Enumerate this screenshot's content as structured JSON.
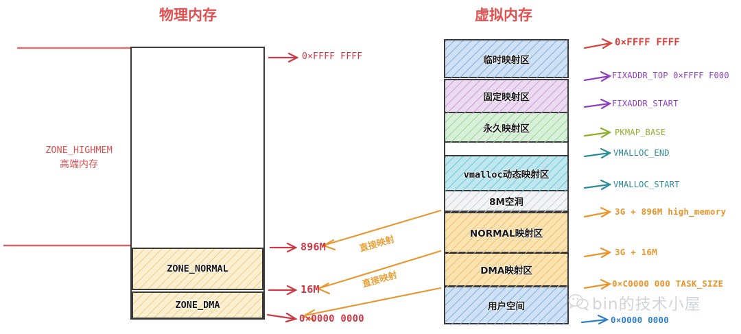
{
  "titles": {
    "physical": "物理内存",
    "virtual": "虚拟内存"
  },
  "physical": {
    "highmem_zone": {
      "name": "ZONE_HIGHMEM",
      "cn": "高端内存"
    },
    "blocks": [
      {
        "label": "ZONE_NORMAL"
      },
      {
        "label": "ZONE_DMA"
      }
    ],
    "markers": [
      {
        "text": "0×FFFF FFFF",
        "color": "#cc3344"
      },
      {
        "text": "896M",
        "color": "#cc3344"
      },
      {
        "text": "16M",
        "color": "#cc3344"
      },
      {
        "text": "0×0000 0000",
        "color": "#cc3344"
      }
    ]
  },
  "mapping_labels": [
    {
      "text": "直接映射"
    },
    {
      "text": "直接映射"
    }
  ],
  "virtual": {
    "blocks": [
      {
        "label": "临时映射区",
        "fill": "#bcd6ef",
        "stroke": "#3a3a3a"
      },
      {
        "label": "固定映射区",
        "fill": "#e2c2e8",
        "stroke": "#3a3a3a"
      },
      {
        "label": "永久映射区",
        "fill": "#c6e6c6",
        "stroke": "#3a3a3a"
      },
      {
        "label": "",
        "fill": "#ffffff",
        "stroke": "#3a3a3a"
      },
      {
        "label": "vmalloc动态映射区",
        "fill": "#a9dce6",
        "stroke": "#3a3a3a"
      },
      {
        "label": "8M空洞",
        "fill": "#eceff1",
        "stroke": "#3a3a3a"
      },
      {
        "label": "NORMAL映射区",
        "fill": "#fad99a",
        "stroke": "#3a3a3a"
      },
      {
        "label": "DMA映射区",
        "fill": "#fad99a",
        "stroke": "#3a3a3a"
      },
      {
        "label": "用户空间",
        "fill": "#bcd6ef",
        "stroke": "#3a3a3a"
      }
    ],
    "markers": [
      {
        "text": "0×FFFF FFFF",
        "color": "#d6443e"
      },
      {
        "text": "FIXADDR_TOP   0×FFFF F000",
        "color": "#8e3fc0"
      },
      {
        "text": "FIXADDR_START",
        "color": "#8e3fc0"
      },
      {
        "text": "PKMAP_BASE",
        "color": "#8fae2b"
      },
      {
        "text": "VMALLOC_END",
        "color": "#2a8b99"
      },
      {
        "text": "VMALLOC_START",
        "color": "#2a8b99"
      },
      {
        "text": "3G + 896M  high_memory",
        "color": "#e8952c"
      },
      {
        "text": "3G + 16M",
        "color": "#e8952c"
      },
      {
        "text": "0×C0000 000  TASK_SIZE",
        "color": "#e8952c"
      },
      {
        "text": "0×0000 0000",
        "color": "#2f7fc6"
      }
    ]
  },
  "watermark": {
    "text": "bin的技术小屋",
    "icon": "wechat-icon"
  }
}
